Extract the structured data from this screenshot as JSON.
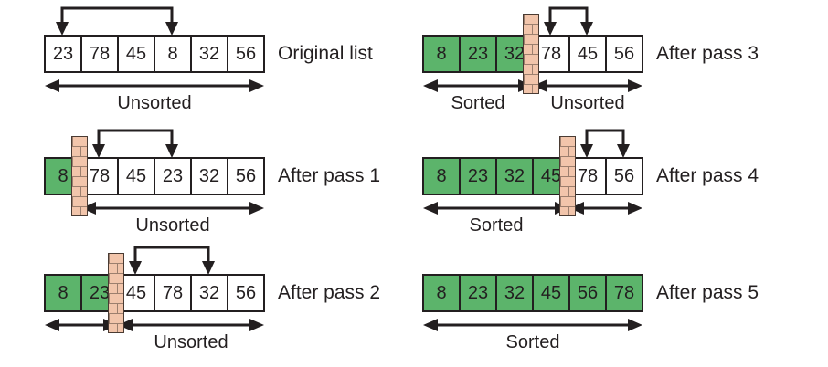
{
  "diagram": {
    "title": "Selection sort passes",
    "colors": {
      "sorted_cell": "#5cb46b",
      "unsorted_cell": "#ffffff",
      "wall_brick": "#f2c5ab",
      "outline": "#231f20"
    },
    "rows": [
      {
        "id": "original-list",
        "label": "Original list",
        "values": [
          "23",
          "78",
          "45",
          "8",
          "32",
          "56"
        ],
        "sorted_count": 0,
        "swap": {
          "from_index": 0,
          "to_index": 3
        },
        "spans": [
          {
            "name": "unsorted",
            "label": "Unsorted",
            "from_index": 0,
            "to_index": 5
          }
        ]
      },
      {
        "id": "after-pass-1",
        "label": "After pass 1",
        "values": [
          "8",
          "78",
          "45",
          "23",
          "32",
          "56"
        ],
        "sorted_count": 1,
        "swap": {
          "from_index": 1,
          "to_index": 3
        },
        "spans": [
          {
            "name": "unsorted",
            "label": "Unsorted",
            "from_index": 1,
            "to_index": 5
          }
        ]
      },
      {
        "id": "after-pass-2",
        "label": "After pass 2",
        "values": [
          "8",
          "23",
          "45",
          "78",
          "32",
          "56"
        ],
        "sorted_count": 2,
        "swap": {
          "from_index": 2,
          "to_index": 4
        },
        "spans": [
          {
            "name": "sorted",
            "label": "",
            "from_index": 0,
            "to_index": 1
          },
          {
            "name": "unsorted",
            "label": "Unsorted",
            "from_index": 2,
            "to_index": 5
          }
        ]
      },
      {
        "id": "after-pass-3",
        "label": "After pass 3",
        "values": [
          "8",
          "23",
          "32",
          "78",
          "45",
          "56"
        ],
        "sorted_count": 3,
        "swap": {
          "from_index": 3,
          "to_index": 4
        },
        "spans": [
          {
            "name": "sorted",
            "label": "Sorted",
            "from_index": 0,
            "to_index": 2
          },
          {
            "name": "unsorted",
            "label": "Unsorted",
            "from_index": 3,
            "to_index": 5
          }
        ]
      },
      {
        "id": "after-pass-4",
        "label": "After pass 4",
        "values": [
          "8",
          "23",
          "32",
          "45",
          "78",
          "56"
        ],
        "sorted_count": 4,
        "swap": {
          "from_index": 4,
          "to_index": 5
        },
        "spans": [
          {
            "name": "sorted",
            "label": "Sorted",
            "from_index": 0,
            "to_index": 3
          },
          {
            "name": "unsorted",
            "label": "",
            "from_index": 4,
            "to_index": 5
          }
        ]
      },
      {
        "id": "after-pass-5",
        "label": "After pass 5",
        "values": [
          "8",
          "23",
          "32",
          "45",
          "56",
          "78"
        ],
        "sorted_count": 6,
        "swap": null,
        "spans": [
          {
            "name": "sorted",
            "label": "Sorted",
            "from_index": 0,
            "to_index": 5
          }
        ]
      }
    ]
  }
}
